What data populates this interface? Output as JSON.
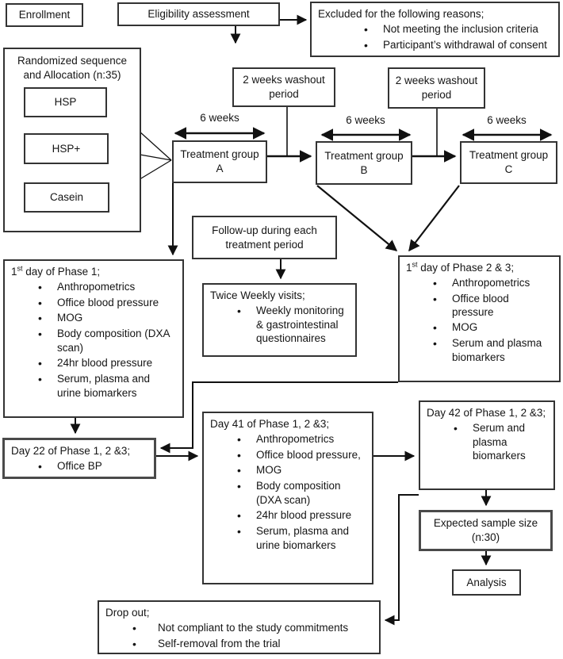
{
  "enrollment": {
    "label": "Enrollment"
  },
  "eligibility": {
    "label": "Eligibility assessment"
  },
  "excluded": {
    "title": "Excluded for the following reasons;",
    "items": [
      "Not meeting the inclusion criteria",
      "Participant’s withdrawal of consent"
    ]
  },
  "randomized": {
    "title": "Randomized sequence and Allocation (n:35)",
    "groups": [
      "HSP",
      "HSP+",
      "Casein"
    ]
  },
  "washout": {
    "label": "2 weeks washout period"
  },
  "weeks": {
    "label": "6 weeks"
  },
  "treatment": {
    "a": "Treatment group A",
    "b": "Treatment group B",
    "c": "Treatment group C"
  },
  "followup": {
    "label": "Follow-up during each treatment period"
  },
  "twice": {
    "title": "Twice Weekly visits;",
    "items": [
      "Weekly monitoring & gastrointestinal questionnaires"
    ]
  },
  "phase1": {
    "t1": "1",
    "t2": "st",
    "t3": " day of Phase 1;",
    "items": [
      "Anthropometrics",
      "Office blood pressure",
      "MOG",
      "Body composition (DXA scan)",
      "24hr blood pressure",
      "Serum, plasma and urine biomarkers"
    ]
  },
  "phase23": {
    "t1": "1",
    "t2": "st",
    "t3": " day of Phase 2 & 3;",
    "items": [
      "Anthropometrics",
      "Office blood pressure",
      "MOG",
      "Serum and plasma biomarkers"
    ]
  },
  "day22": {
    "title": "Day 22 of Phase 1, 2 &3;",
    "items": [
      "Office BP"
    ]
  },
  "day41": {
    "title": "Day 41 of Phase 1, 2 &3;",
    "items": [
      "Anthropometrics",
      "Office blood pressure,",
      "MOG",
      "Body composition (DXA scan)",
      "24hr blood pressure",
      "Serum, plasma and urine biomarkers"
    ]
  },
  "day42": {
    "title": "Day 42 of Phase 1, 2 &3;",
    "items": [
      "Serum and plasma biomarkers"
    ]
  },
  "expected": {
    "label": "Expected sample size (n:30)"
  },
  "analysis": {
    "label": "Analysis"
  },
  "dropout": {
    "title": "Drop out;",
    "items": [
      "Not compliant to the study commitments",
      "Self-removal from the trial"
    ]
  }
}
